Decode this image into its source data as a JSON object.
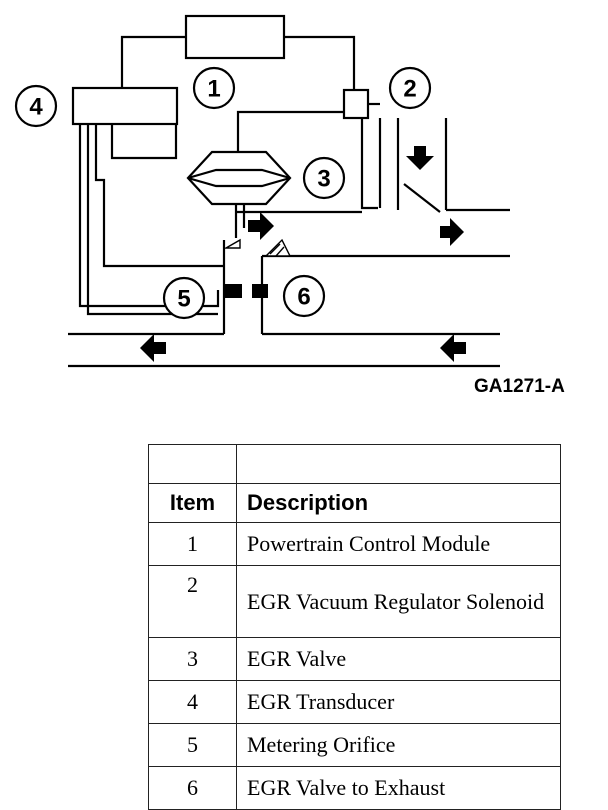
{
  "callouts": {
    "c1": "1",
    "c2": "2",
    "c3": "3",
    "c4": "4",
    "c5": "5",
    "c6": "6"
  },
  "figure_id": "GA1271-A",
  "legend": {
    "header_item": "Item",
    "header_description": "Description",
    "rows": [
      {
        "item": "1",
        "description": "Powertrain Control Module"
      },
      {
        "item": "2",
        "description": "EGR Vacuum Regulator Solenoid"
      },
      {
        "item": "3",
        "description": "EGR Valve"
      },
      {
        "item": "4",
        "description": "EGR Transducer"
      },
      {
        "item": "5",
        "description": "Metering Orifice"
      },
      {
        "item": "6",
        "description": "EGR Valve to Exhaust"
      }
    ]
  }
}
